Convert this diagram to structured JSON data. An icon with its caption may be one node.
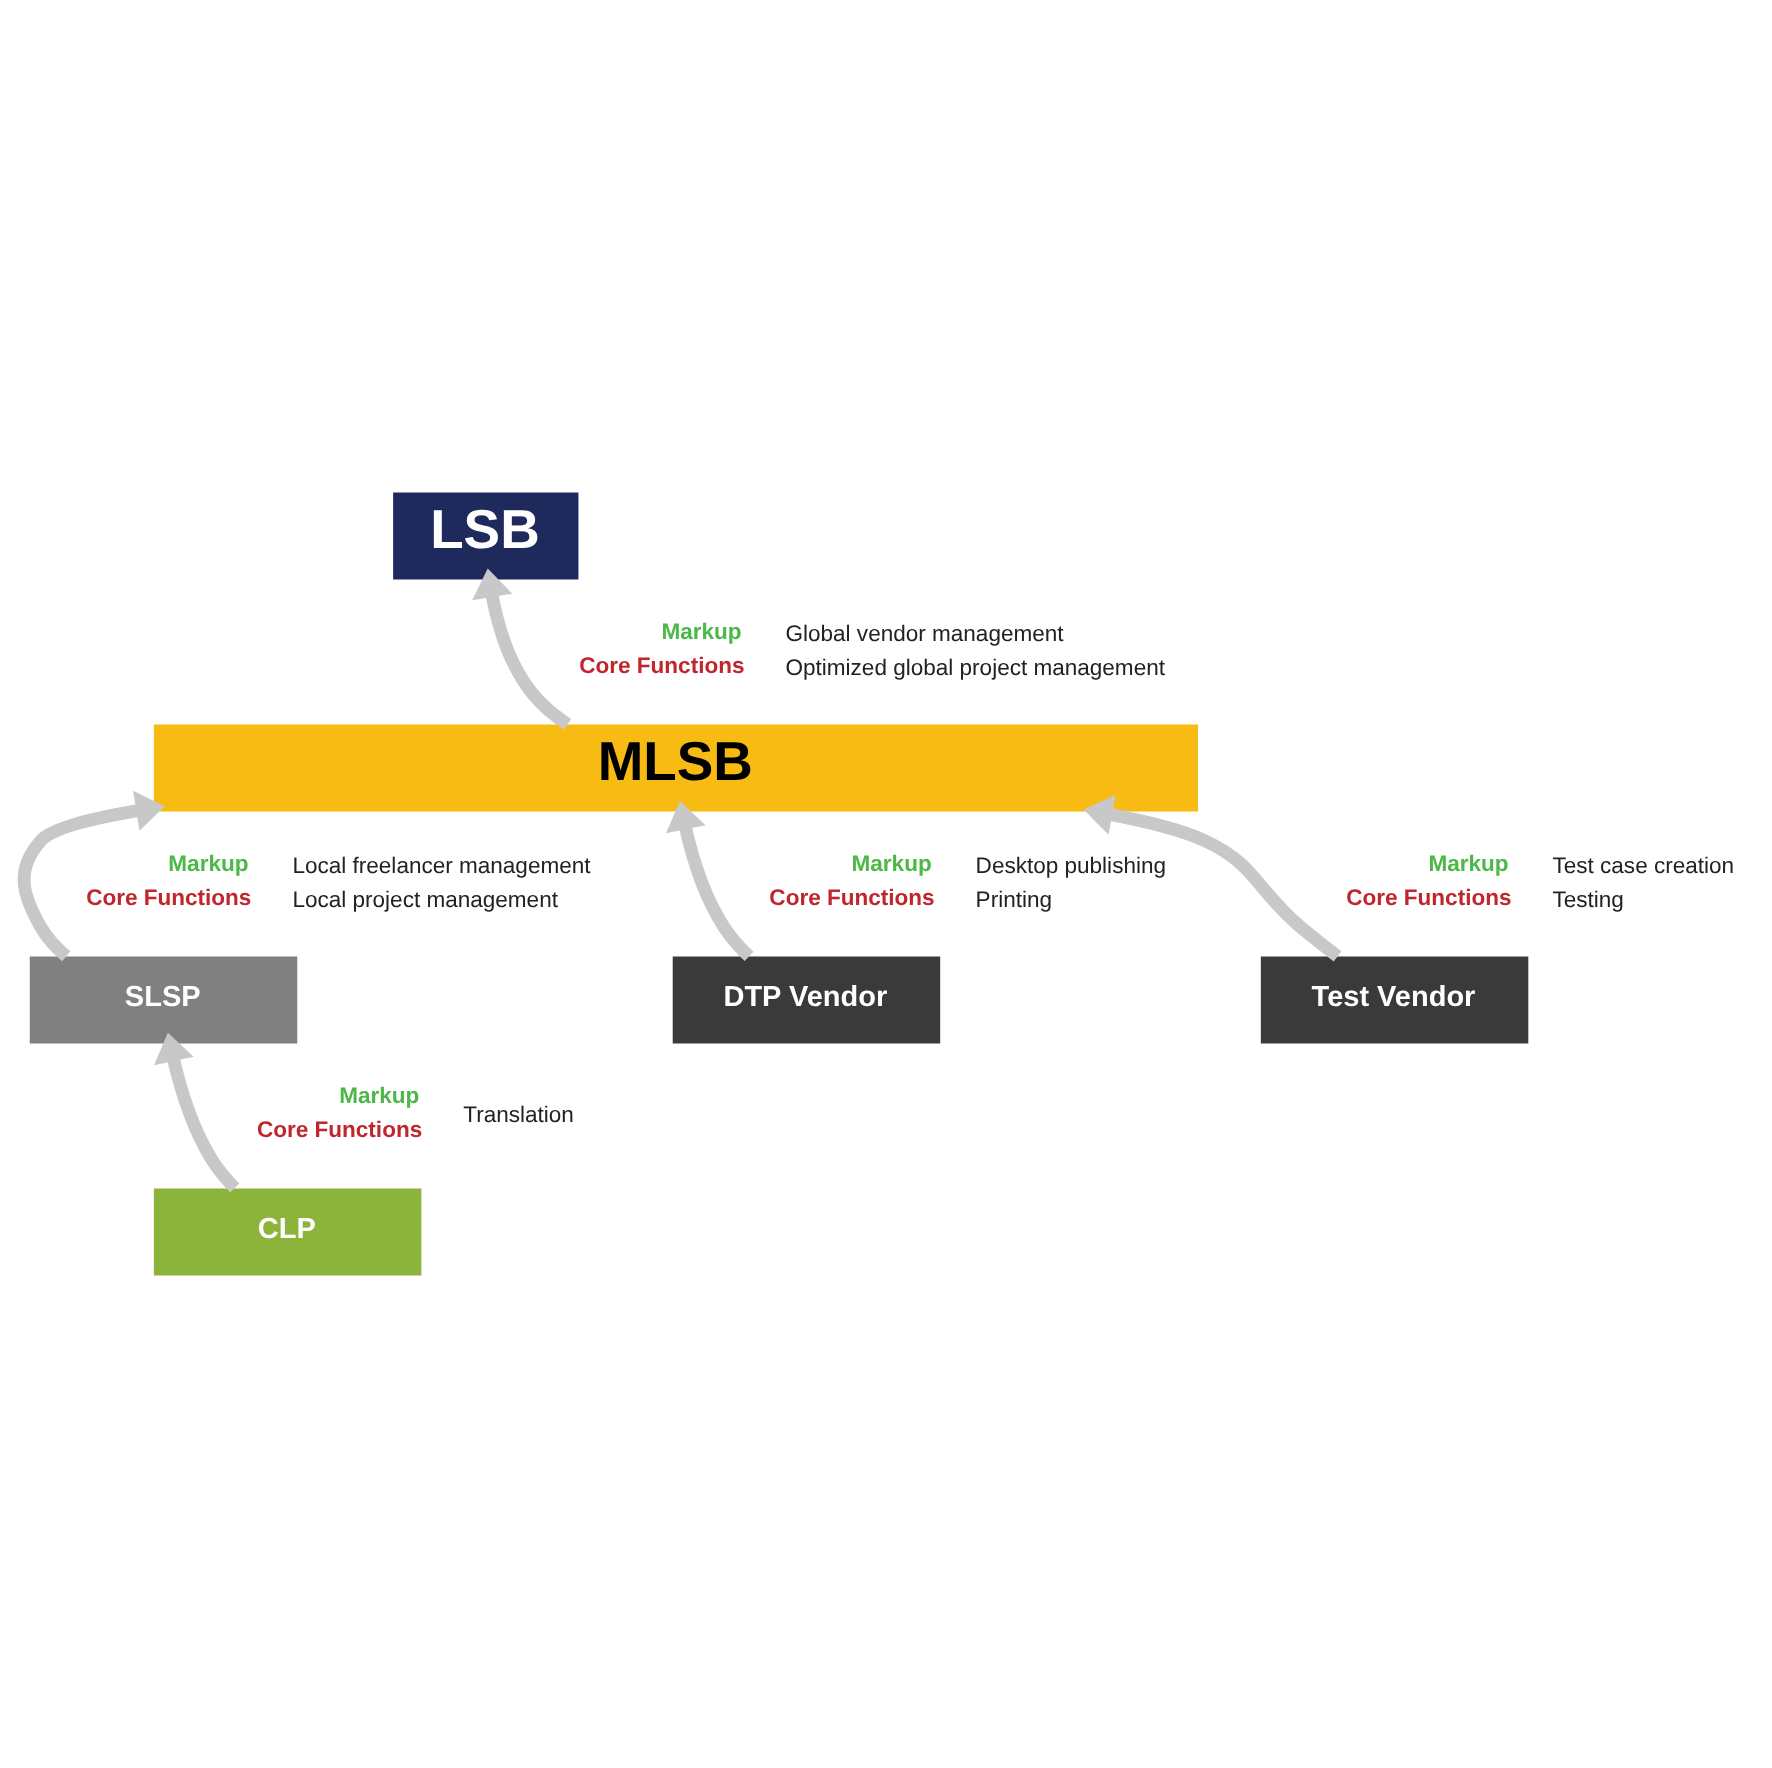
{
  "diagram": {
    "nodes": [
      {
        "text": [
          "LSB"
        ]
      },
      {
        "text": [
          "MLSB"
        ]
      },
      {
        "text": [
          "SLSP"
        ]
      },
      {
        "text": [
          "DTP Vendor"
        ]
      },
      {
        "text": [
          "Test Vendor"
        ]
      },
      {
        "text": [
          "CLP"
        ]
      }
    ],
    "edges": [
      {
        "from": 1,
        "to": 0,
        "arrow": "to"
      },
      {
        "from": 2,
        "to": 1,
        "arrow": "to"
      },
      {
        "from": 3,
        "to": 1,
        "arrow": "to"
      },
      {
        "from": 4,
        "to": 1,
        "arrow": "to"
      },
      {
        "from": 5,
        "to": 2,
        "arrow": "to"
      }
    ],
    "labels": [
      "Markup",
      "Core Functions",
      "Global vendor management",
      "Optimized global project management",
      "Markup",
      "Core Functions",
      "Local freelancer management",
      "Local project management",
      "Markup",
      "Core Functions",
      "Desktop publishing",
      "Printing",
      "Markup",
      "Core Functions",
      "Test case creation",
      "Testing",
      "Markup",
      "Core Functions",
      "Translation"
    ]
  }
}
